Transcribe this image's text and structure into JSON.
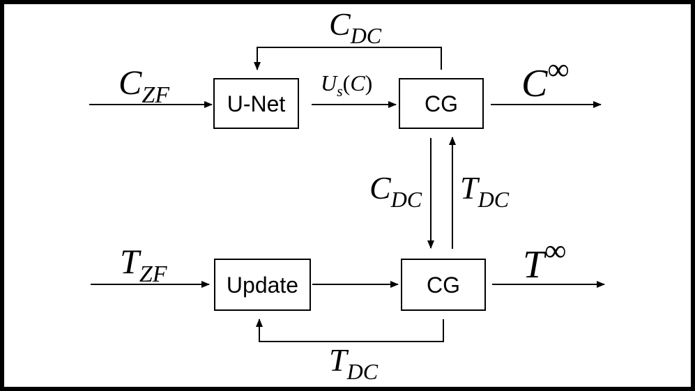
{
  "diagram": {
    "boxes": {
      "unet": "U-Net",
      "cg_top": "CG",
      "update": "Update",
      "cg_bottom": "CG"
    },
    "labels": {
      "top_input": {
        "base": "C",
        "sub": "ZF"
      },
      "top_feedback": {
        "base": "C",
        "sub": "DC"
      },
      "unet_output": {
        "base": "U",
        "sub": "s",
        "arg_open": "(",
        "arg": "C",
        "arg_close": ")"
      },
      "top_output": {
        "base": "C",
        "sup": "∞"
      },
      "down_link": {
        "base": "C",
        "sub": "DC"
      },
      "up_link": {
        "base": "T",
        "sub": "DC"
      },
      "bottom_input": {
        "base": "T",
        "sub": "ZF"
      },
      "bottom_output": {
        "base": "T",
        "sup": "∞"
      },
      "bottom_feedback": {
        "base": "T",
        "sub": "DC"
      }
    }
  }
}
